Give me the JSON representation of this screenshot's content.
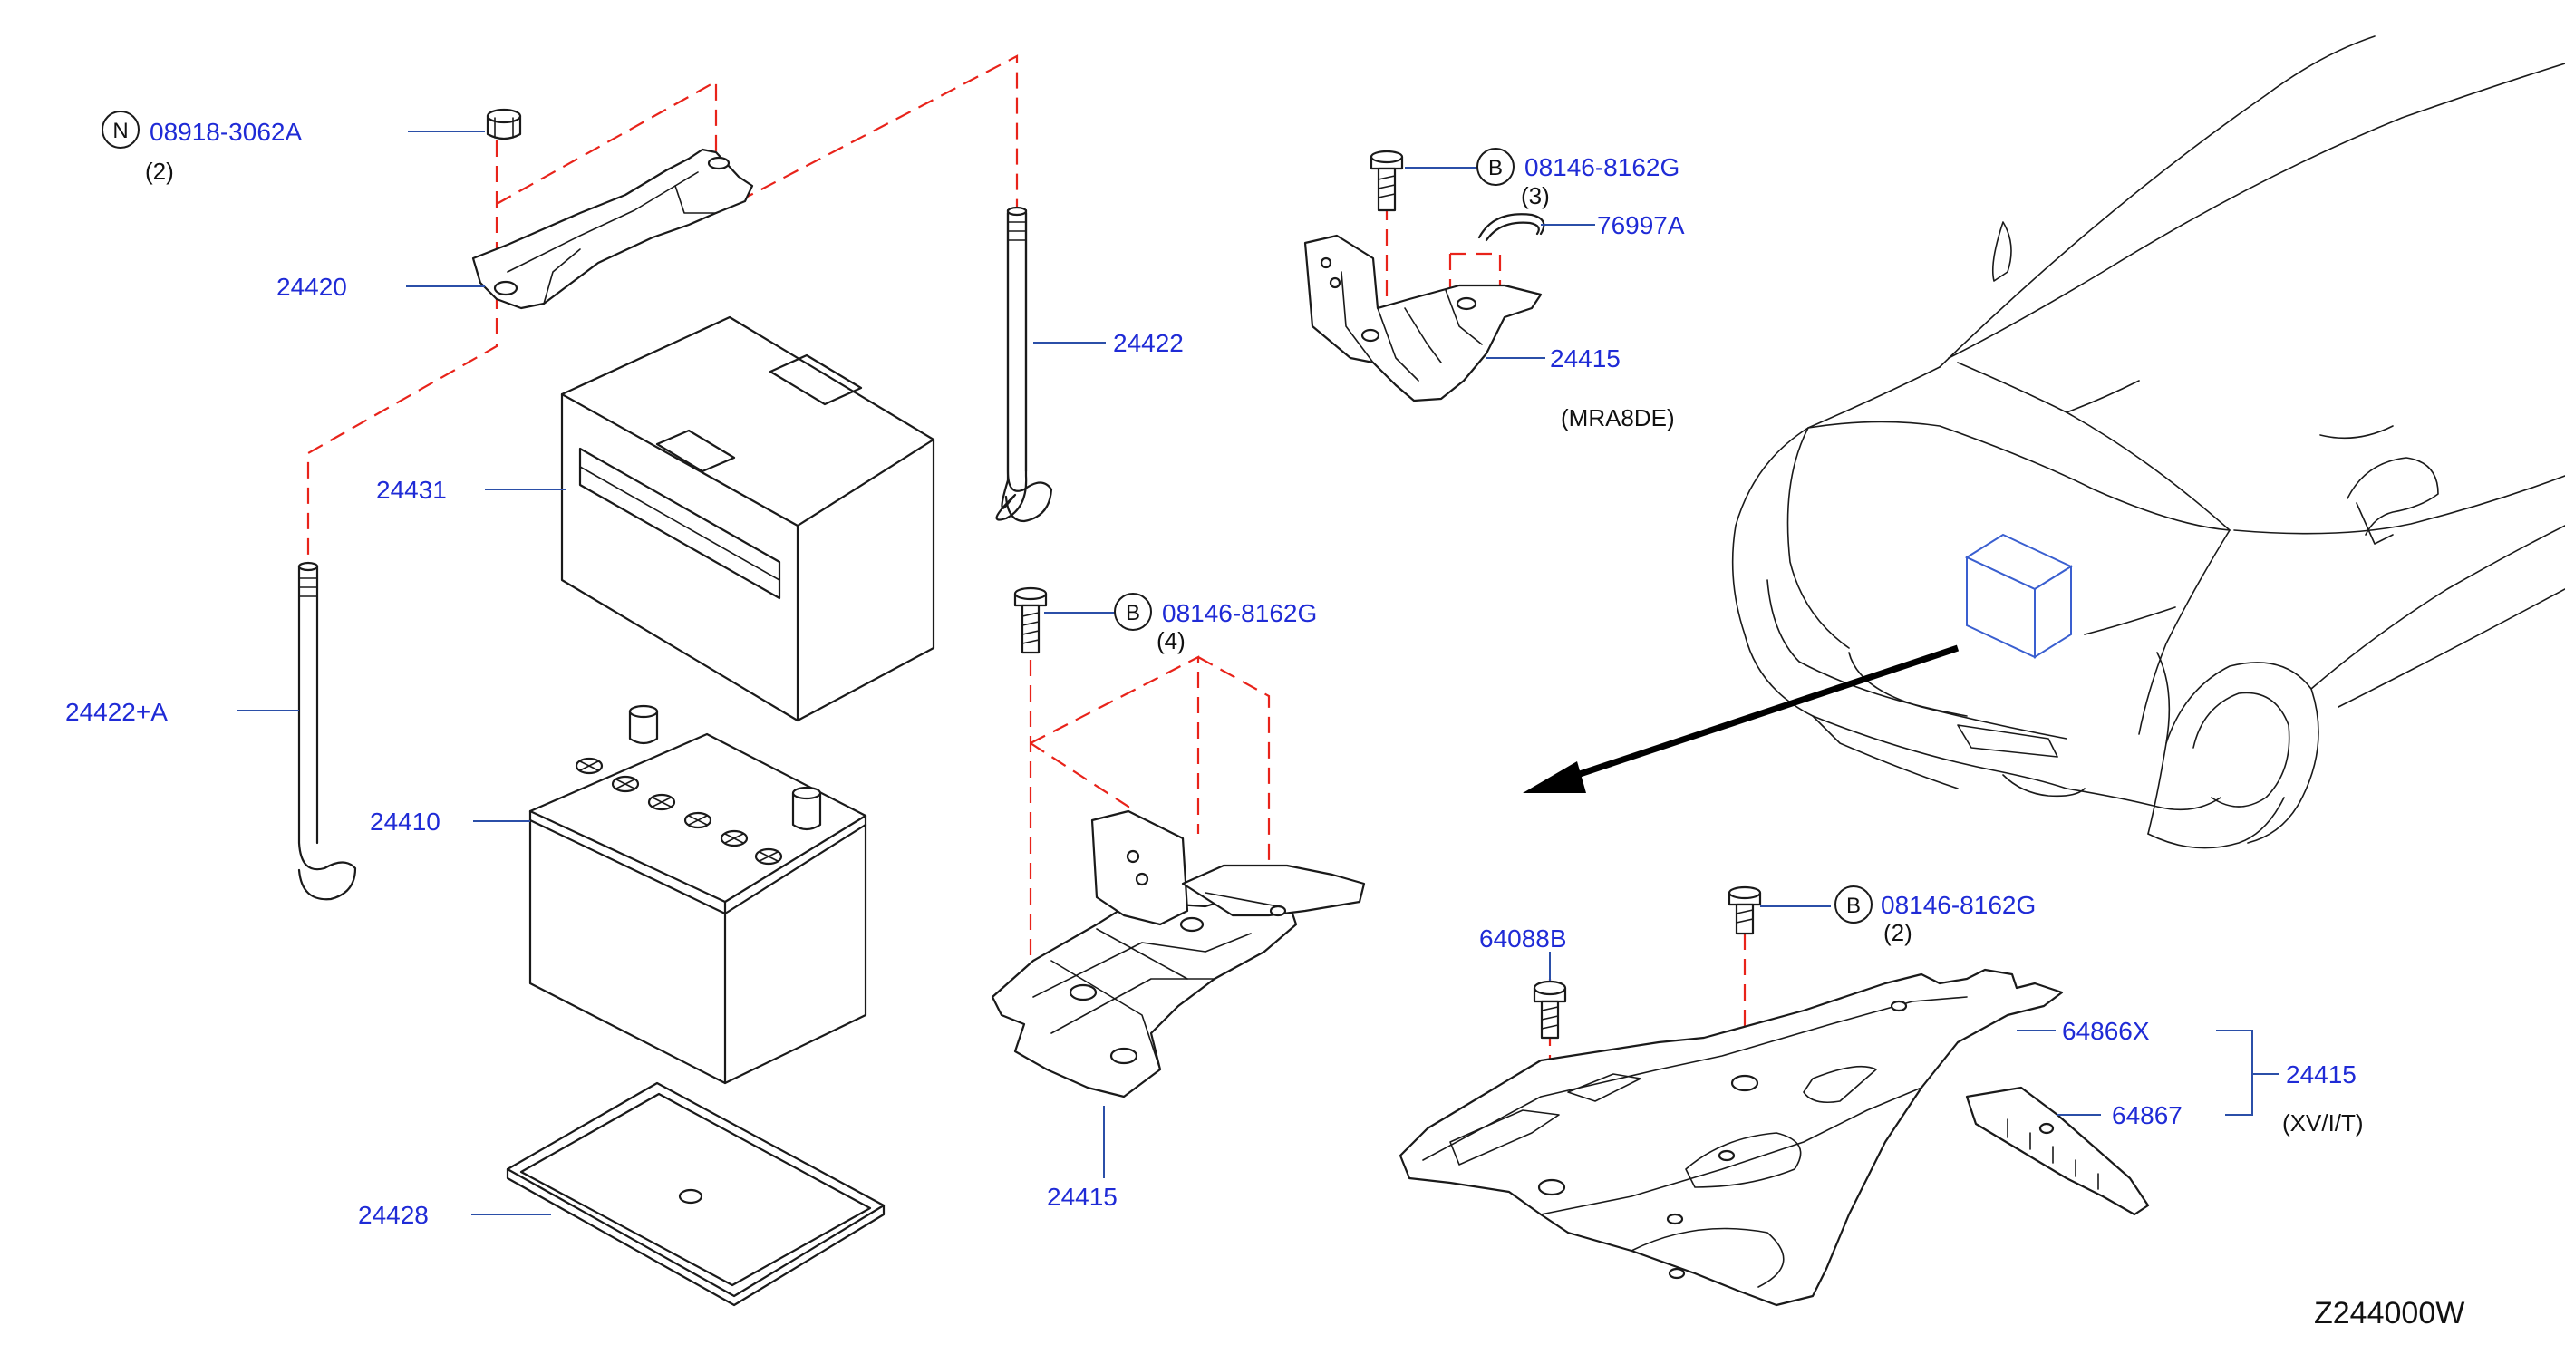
{
  "labels": {
    "nut_part": "08918-3062A",
    "nut_qty": "(2)",
    "nut_badge": "N",
    "bracket_top": "24420",
    "rod_right": "24422",
    "battery_cover": "24431",
    "rod_left": "24422+A",
    "battery": "24410",
    "tray": "24428",
    "bolt_mid_part": "08146-8162G",
    "bolt_mid_qty": "(4)",
    "bolt_mid_badge": "B",
    "bracket_mid": "24415",
    "bolt_top_part": "08146-8162G",
    "bolt_top_qty": "(3)",
    "bolt_top_badge": "B",
    "clip": "76997A",
    "bracket_small": "24415",
    "bracket_small_note": "(MRA8DE)",
    "bolt_low_part": "08146-8162G",
    "bolt_low_qty": "(2)",
    "bolt_low_badge": "B",
    "bolt_64088": "64088B",
    "plate_64866": "64866X",
    "plate_64867": "64867",
    "bracket_assy": "24415",
    "bracket_assy_note": "(XV/I/T)",
    "diagram_code": "Z244000W"
  }
}
